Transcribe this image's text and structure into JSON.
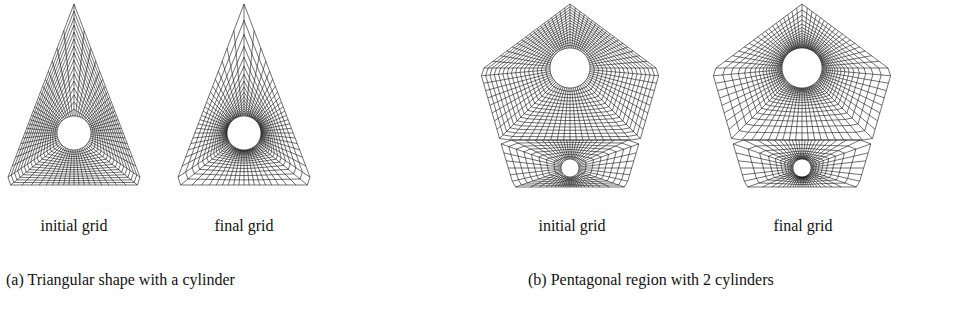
{
  "diagram": {
    "labels": [
      "initial grid",
      "final grid",
      "initial grid",
      "final grid",
      "(a) Triangular shape with a cylinder",
      "(b) Pentagonal region with 2 cylinders"
    ]
  }
}
